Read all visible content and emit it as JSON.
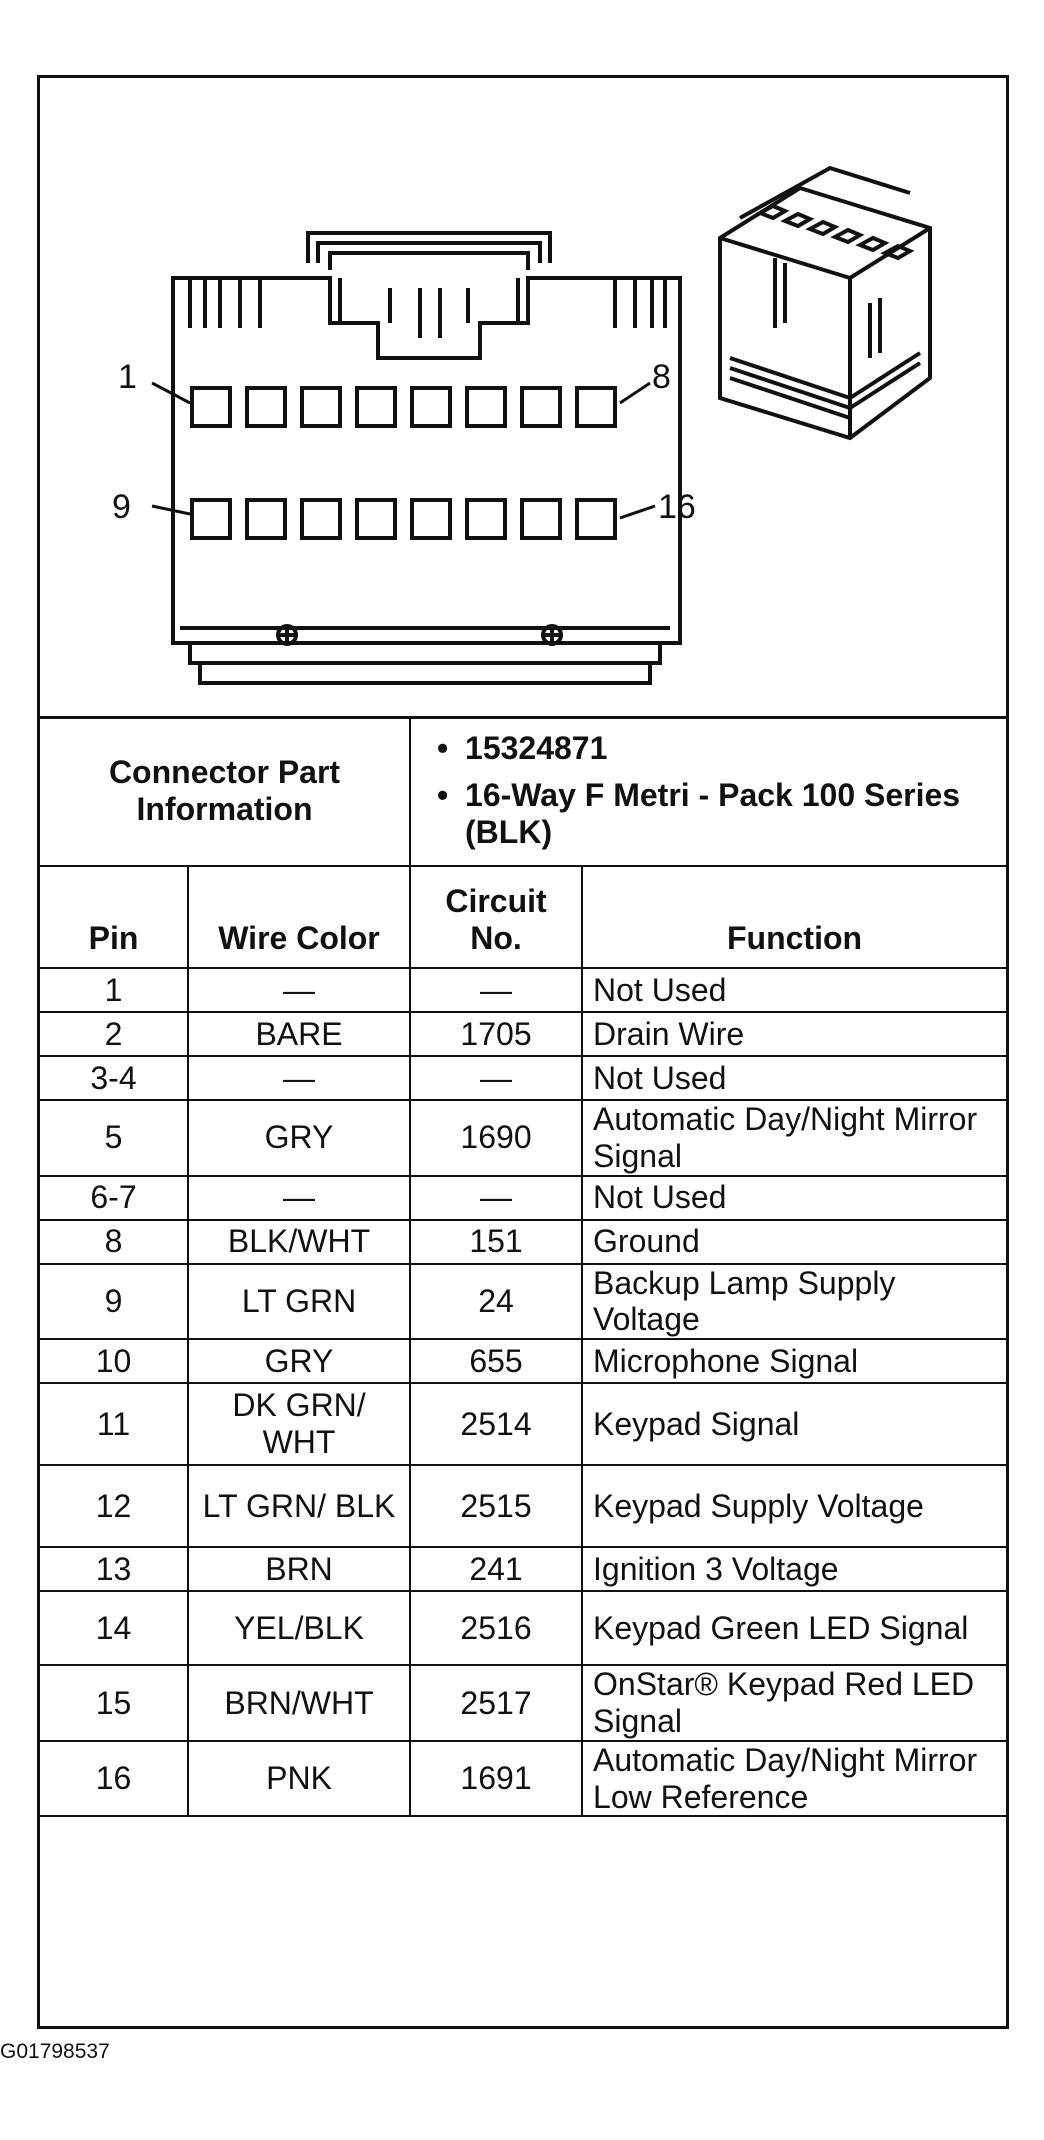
{
  "diagram": {
    "pin_labels": {
      "top_left": "1",
      "top_right": "8",
      "bottom_left": "9",
      "bottom_right": "16"
    }
  },
  "connector": {
    "label": "Connector Part Information",
    "info": [
      "15324871",
      "16-Way F Metri - Pack 100 Series (BLK)"
    ]
  },
  "columns": {
    "pin": "Pin",
    "wire_color": "Wire Color",
    "circuit": "Circuit No.",
    "function": "Function"
  },
  "rows": [
    {
      "pin": "1",
      "wire": "—",
      "circuit": "—",
      "function": "Not Used"
    },
    {
      "pin": "2",
      "wire": "BARE",
      "circuit": "1705",
      "function": "Drain Wire"
    },
    {
      "pin": "3-4",
      "wire": "—",
      "circuit": "—",
      "function": "Not Used"
    },
    {
      "pin": "5",
      "wire": "GRY",
      "circuit": "1690",
      "function": "Automatic Day/Night Mirror Signal"
    },
    {
      "pin": "6-7",
      "wire": "—",
      "circuit": "—",
      "function": "Not Used"
    },
    {
      "pin": "8",
      "wire": "BLK/WHT",
      "circuit": "151",
      "function": "Ground"
    },
    {
      "pin": "9",
      "wire": "LT GRN",
      "circuit": "24",
      "function": "Backup Lamp Supply Voltage"
    },
    {
      "pin": "10",
      "wire": "GRY",
      "circuit": "655",
      "function": "Microphone Signal"
    },
    {
      "pin": "11",
      "wire": "DK GRN/ WHT",
      "circuit": "2514",
      "function": "Keypad Signal"
    },
    {
      "pin": "12",
      "wire": "LT GRN/ BLK",
      "circuit": "2515",
      "function": "Keypad Supply Voltage"
    },
    {
      "pin": "13",
      "wire": "BRN",
      "circuit": "241",
      "function": "Ignition 3 Voltage"
    },
    {
      "pin": "14",
      "wire": "YEL/BLK",
      "circuit": "2516",
      "function": "Keypad Green LED Signal"
    },
    {
      "pin": "15",
      "wire": "BRN/WHT",
      "circuit": "2517",
      "function": "OnStar® Keypad Red LED Signal"
    },
    {
      "pin": "16",
      "wire": "PNK",
      "circuit": "1691",
      "function": "Automatic Day/Night Mirror Low Reference"
    }
  ],
  "figure_code": "G01798537"
}
